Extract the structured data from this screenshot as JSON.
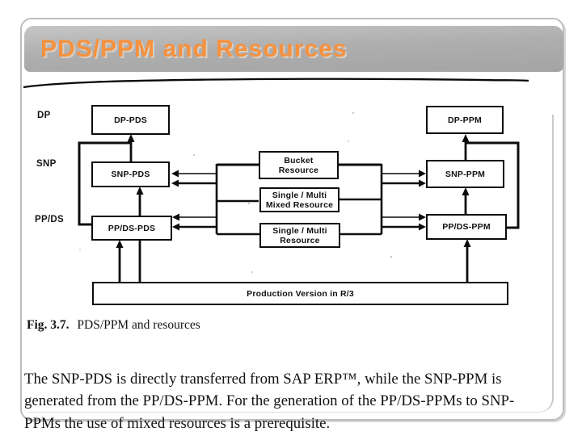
{
  "slide": {
    "title": "PDS/PPM and Resources"
  },
  "diagram": {
    "row_labels": {
      "dp": "DP",
      "snp": "SNP",
      "ppds": "PP/DS"
    },
    "boxes": {
      "dp_pds": {
        "line1": "DP-PDS"
      },
      "snp_pds": {
        "line1": "SNP-PDS"
      },
      "ppds_pds": {
        "line1": "PP/DS-PDS"
      },
      "bucket": {
        "line1": "Bucket",
        "line2": "Resource"
      },
      "mixed": {
        "line1": "Single / Multi",
        "line2": "Mixed Resource"
      },
      "single": {
        "line1": "Single / Multi",
        "line2": "Resource"
      },
      "dp_ppm": {
        "line1": "DP-PPM"
      },
      "snp_ppm": {
        "line1": "SNP-PPM"
      },
      "ppds_ppm": {
        "line1": "PP/DS-PPM"
      },
      "prod_version": {
        "line1": "Production Version in R/3"
      }
    }
  },
  "caption": {
    "label": "Fig. 3.7.",
    "text": "PDS/PPM and resources"
  },
  "body_text": "The SNP-PDS is directly transferred from SAP ERP™, while the SNP-PPM is generated from the PP/DS-PPM. For the generation of the PP/DS-PPMs to SNP-PPMs the use of mixed resources is a prerequisite.",
  "colors": {
    "title_orange": "#F6913E",
    "banner_gray_top": "#C6C6C6",
    "banner_gray_bottom": "#A4A4A4",
    "diagram_ink": "#0C0C0C"
  }
}
